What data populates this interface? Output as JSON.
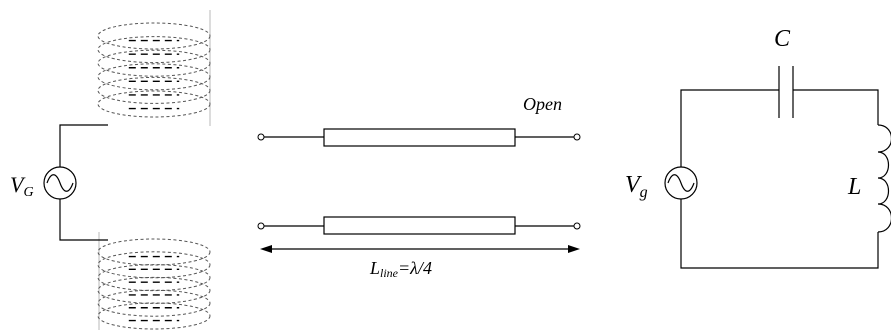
{
  "solenoid": {
    "source_label": "V",
    "source_subscript": "G"
  },
  "transmission_line": {
    "open_label": "Open",
    "length_label_main": "L",
    "length_label_sub": "line",
    "length_label_value": "=λ/4"
  },
  "lc_circuit": {
    "capacitor_label": "C",
    "inductor_label": "L",
    "source_label": "V",
    "source_subscript": "g"
  },
  "colors": {
    "line": "#000000",
    "coil": "#555555",
    "frame": "#b8b8b8"
  }
}
